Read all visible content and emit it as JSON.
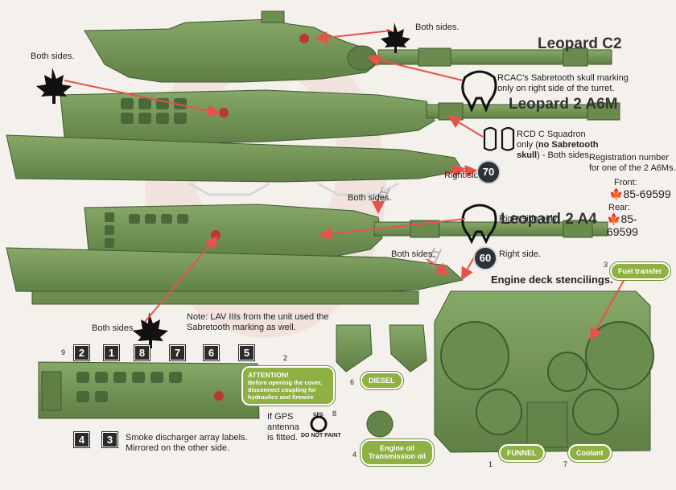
{
  "titles": {
    "c2": "Leopard C2",
    "a6m": "Leopard 2 A6M",
    "a4": "Leopard 2 A4"
  },
  "labels": {
    "both_sides_1": "Both sides.",
    "both_sides_2": "Both sides.",
    "both_sides_3": "Both sides.",
    "both_sides_4": "Both sides.",
    "both_sides_5": "Both sides.",
    "right_side_1": "Right side.",
    "right_side_2": "Right side.",
    "right_side_only": "Right side only.",
    "sabretooth_line1": "RCAC's Sabretooth skull marking",
    "sabretooth_line2": "only on right side of the turret.",
    "rcd_line1": "RCD C Squadron",
    "rcd_line2_a": "only (",
    "rcd_line2_b": "no Sabretooth",
    "rcd_line3_a": "skull",
    "rcd_line3_b": ") - Both sides.",
    "reg_line1": "Registration number",
    "reg_line2": "for one of the 2 A6Ms.",
    "front": "Front:",
    "front_num": "85-69599",
    "rear": "Rear:",
    "rear_num1": "85-",
    "rear_num2": "69599",
    "lav_line1": "Note: LAV IIIs from the unit used the",
    "lav_line2": "Sabretooth marking as well.",
    "smoke_line1": "Smoke discharger array labels.",
    "smoke_line2": "Mirrored on the other side.",
    "engine_title": "Engine deck stencilings.",
    "gps_line1": "If GPS",
    "gps_line2": "antenna",
    "gps_line3": "is fitted.",
    "gps_tag": "GPS",
    "donotpaint": "DO NOT PAINT"
  },
  "turret_numbers": {
    "a6m": "70",
    "a4": "60"
  },
  "smoke_labels": {
    "top": [
      "2",
      "1",
      "8",
      "7",
      "6",
      "5"
    ],
    "bottom": [
      "4",
      "3"
    ],
    "left_small": "9"
  },
  "stencils": {
    "fuel": "Fuel transfer",
    "attention_title": "ATTENTION!",
    "attention_l1": "Before opening the cover,",
    "attention_l2": "disconnect coupling for",
    "attention_l3": "hydraulics and firewire",
    "diesel": "DIESEL",
    "oil_l1": "Engine oil",
    "oil_l2": "Transmission oil",
    "funnel": "FUNNEL",
    "coolant": "Coolant",
    "n1": "1",
    "n2": "2",
    "n3": "3",
    "n4": "4",
    "n6": "6",
    "n7": "7",
    "n8": "8"
  },
  "colors": {
    "tank_green": "#6f9153",
    "tank_dark": "#4b6838",
    "tank_light": "#86a867",
    "arrow": "#e8524a",
    "pill": "#8fb043",
    "paper": "#f4f1ec"
  }
}
